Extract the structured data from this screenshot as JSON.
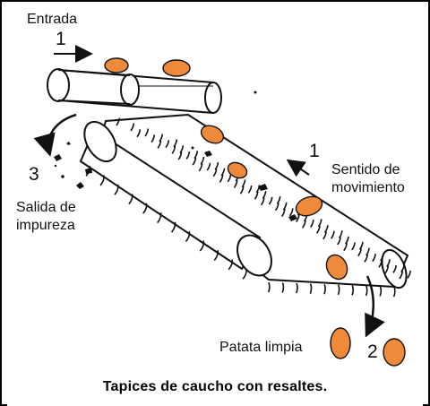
{
  "labels": {
    "entrada": "Entrada",
    "entrada_num": "1",
    "sentido": "Sentido de",
    "movimiento": "movimiento",
    "sentido_num": "1",
    "salida": "Salida de",
    "impureza": "impureza",
    "salida_num": "3",
    "patata": "Patata limpia",
    "patata_num": "2"
  },
  "caption": "Tapices de caucho con resaltes.",
  "colors": {
    "potato": "#ef8a3a",
    "ink": "#111111"
  }
}
